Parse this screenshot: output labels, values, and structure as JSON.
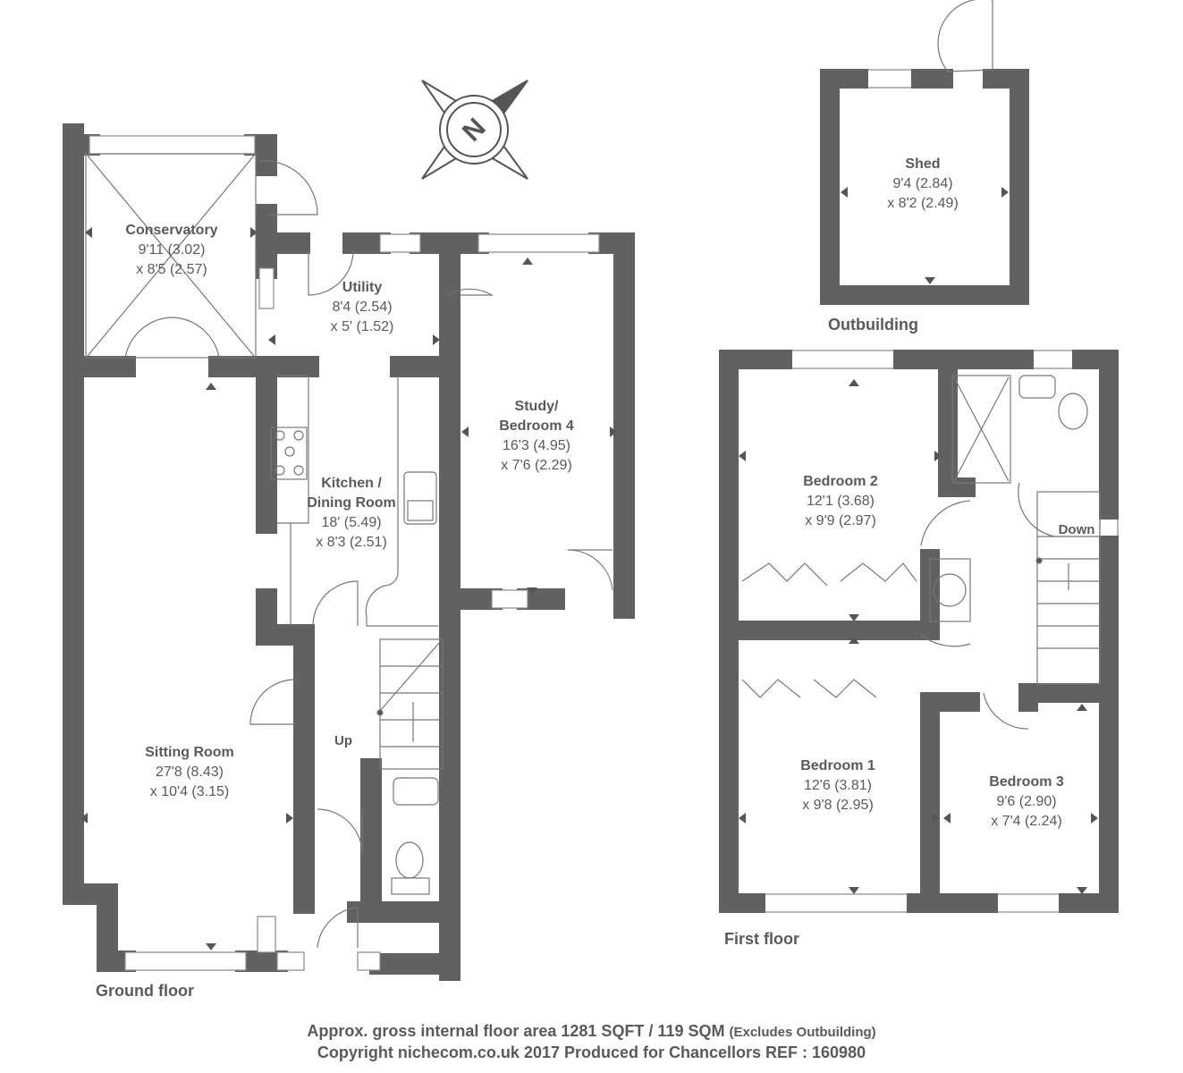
{
  "rooms": {
    "conservatory": {
      "name": "Conservatory",
      "dim1": "9'11 (3.02)",
      "dim2": "x 8'5 (2.57)"
    },
    "utility": {
      "name": "Utility",
      "dim1": "8'4 (2.54)",
      "dim2": "x 5' (1.52)"
    },
    "kitchen": {
      "name1": "Kitchen /",
      "name2": "Dining Room",
      "dim1": "18' (5.49)",
      "dim2": "x 8'3 (2.51)"
    },
    "study": {
      "name1": "Study/",
      "name2": "Bedroom 4",
      "dim1": "16'3 (4.95)",
      "dim2": "x 7'6 (2.29)"
    },
    "sitting": {
      "name": "Sitting Room",
      "dim1": "27'8 (8.43)",
      "dim2": "x 10'4 (3.15)"
    },
    "shed": {
      "name": "Shed",
      "dim1": "9'4 (2.84)",
      "dim2": "x 8'2 (2.49)"
    },
    "bedroom2": {
      "name": "Bedroom 2",
      "dim1": "12'1 (3.68)",
      "dim2": "x 9'9 (2.97)"
    },
    "bedroom1": {
      "name": "Bedroom 1",
      "dim1": "12'6 (3.81)",
      "dim2": "x 9'8 (2.95)"
    },
    "bedroom3": {
      "name": "Bedroom 3",
      "dim1": "9'6 (2.90)",
      "dim2": "x 7'4 (2.24)"
    }
  },
  "labels": {
    "up": "Up",
    "down": "Down",
    "compass": "N"
  },
  "captions": {
    "ground": "Ground floor",
    "first": "First floor",
    "outbuilding": "Outbuilding"
  },
  "footer": {
    "line1": "Approx. gross internal floor area 1281 SQFT / 119 SQM",
    "line1_note": "(Excludes Outbuilding)",
    "line2": "Copyright nichecom.co.uk 2017 Produced for Chancellors REF : 160980"
  }
}
